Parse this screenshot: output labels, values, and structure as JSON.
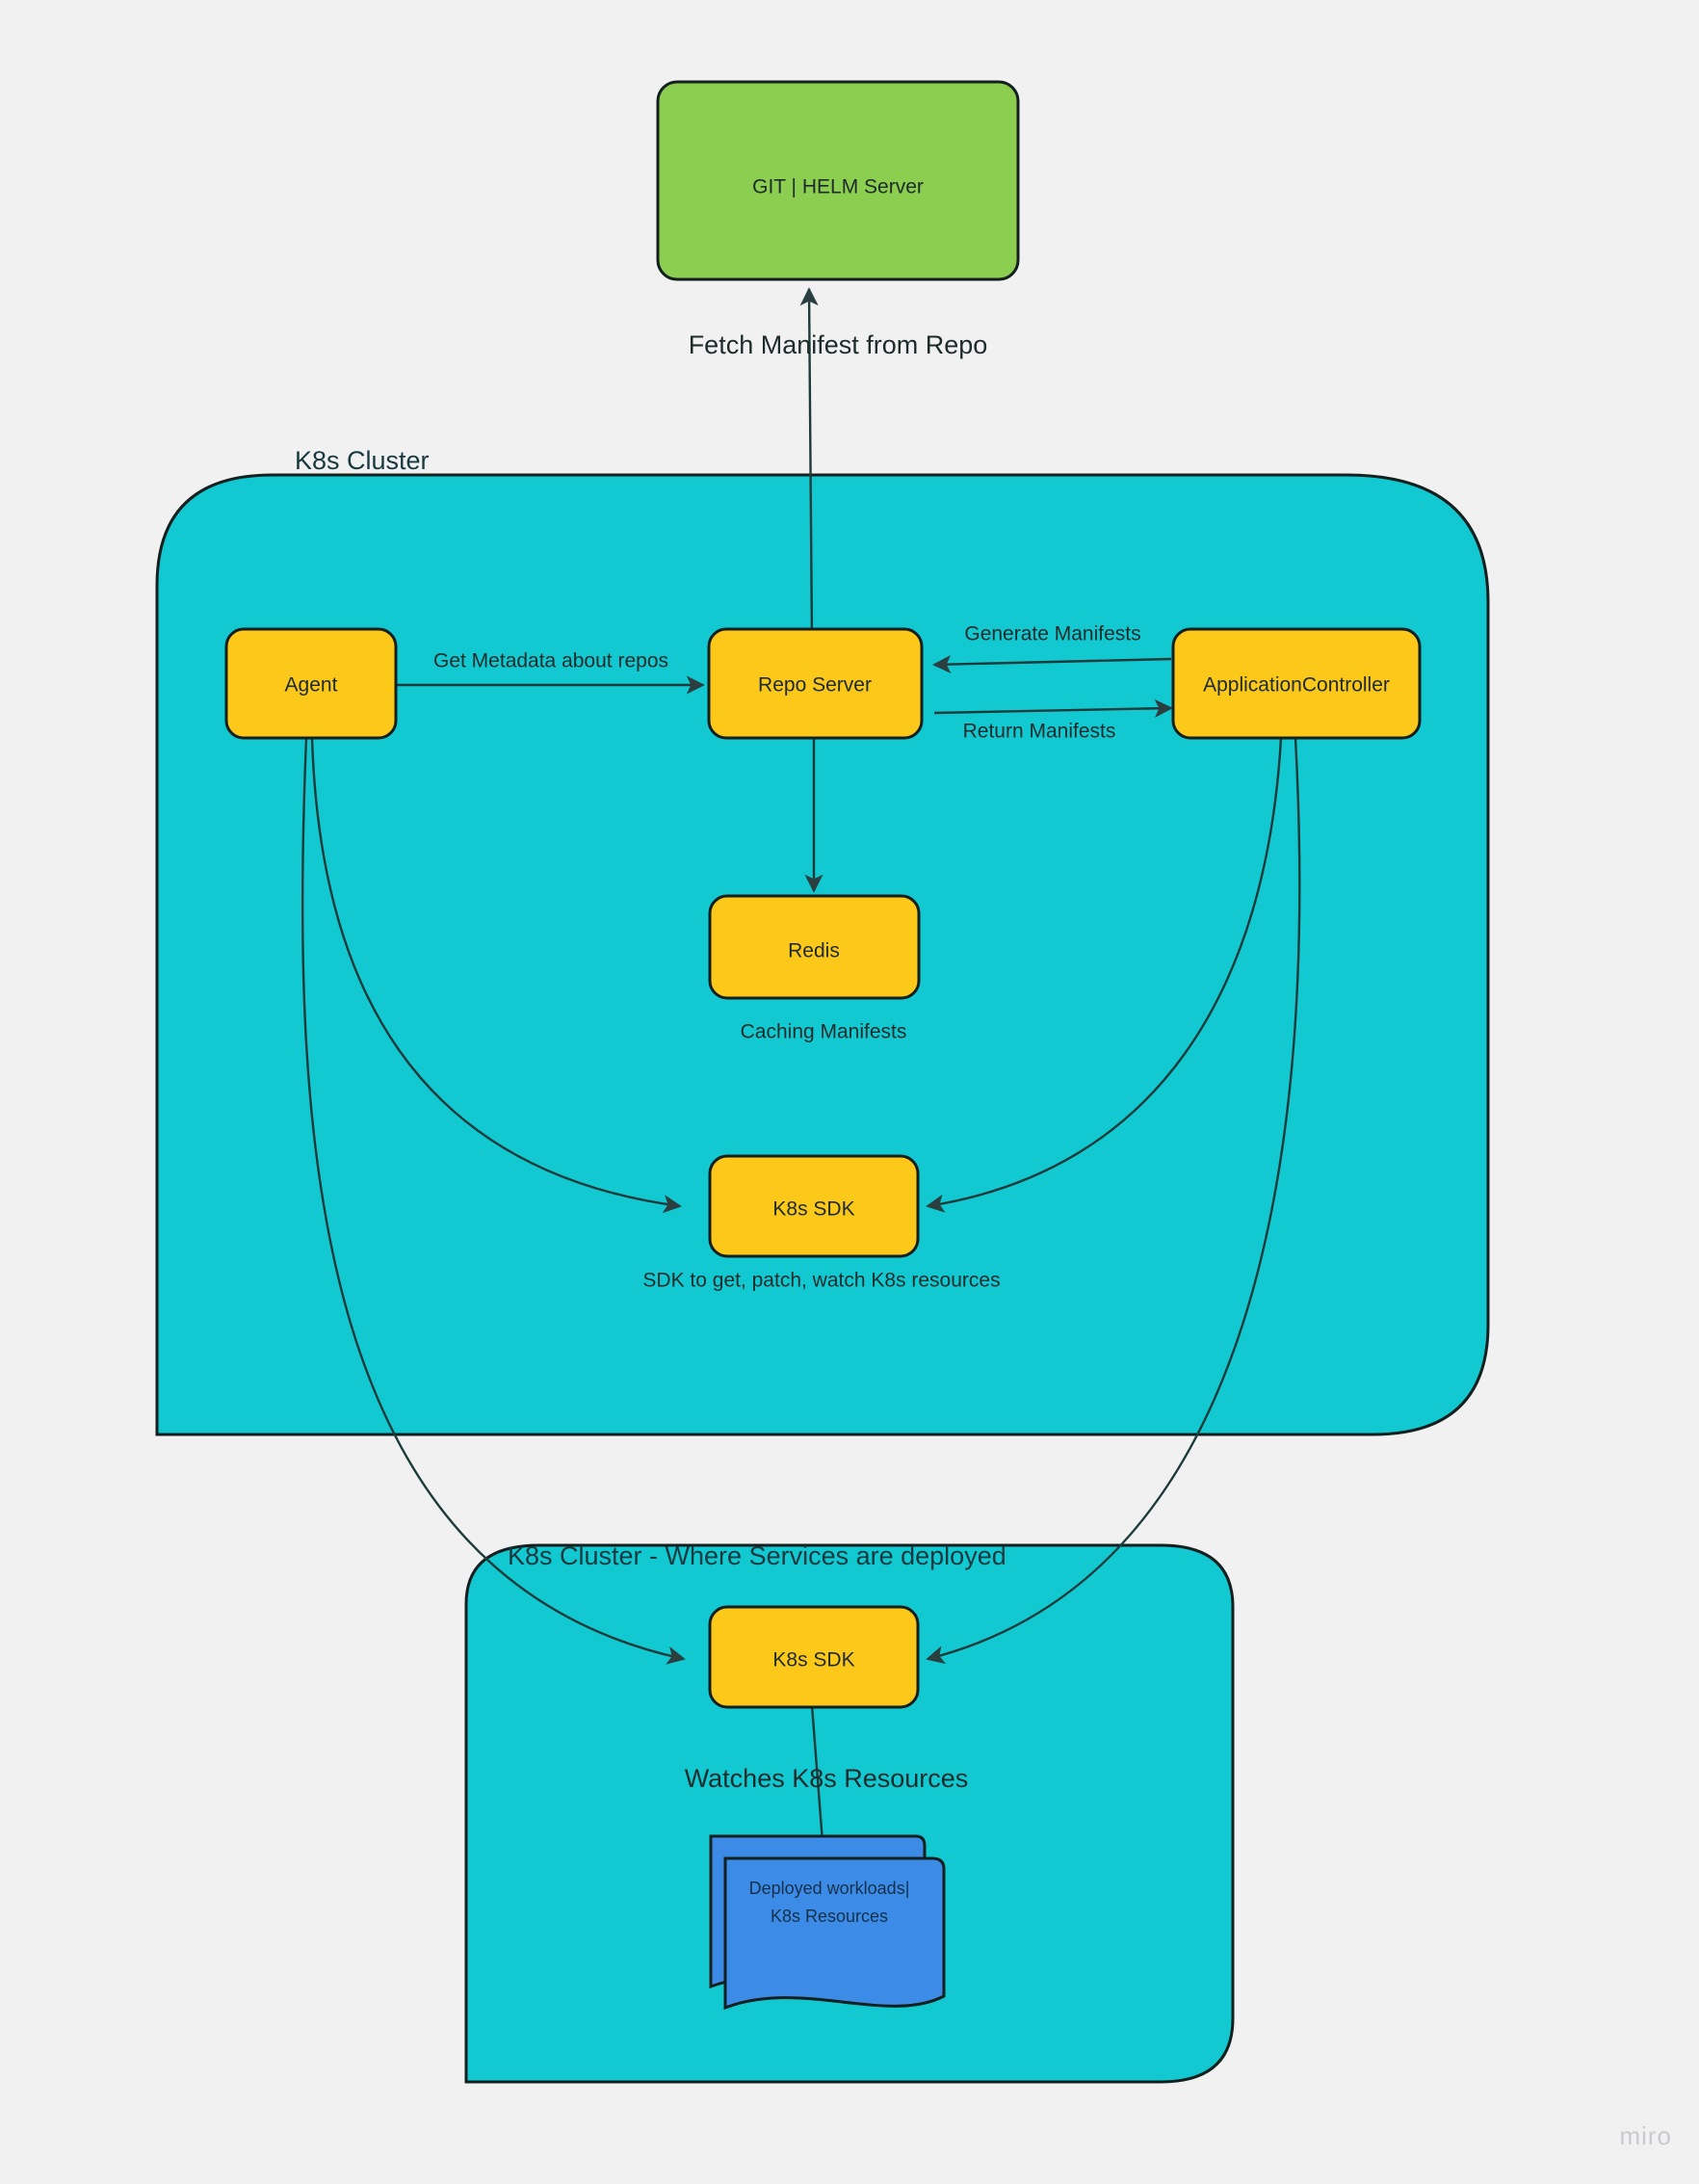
{
  "diagram": {
    "title": "ArgoCD Architecture",
    "watermark": "miro",
    "colors": {
      "background": "#f1f1f1",
      "cluster_fill": "#12c9d1",
      "service_fill": "#fcc81a",
      "repo_fill": "#8cce4f",
      "workload_fill": "#3c8ce7",
      "stroke": "#14201f",
      "edge": "#1d3b3b"
    }
  },
  "nodes": {
    "git_helm_server": {
      "label": "GIT | HELM Server"
    },
    "agent": {
      "label": "Agent"
    },
    "repo_server": {
      "label": "Repo Server"
    },
    "application_controller": {
      "label": "ApplicationController"
    },
    "redis": {
      "label": "Redis"
    },
    "k8s_sdk_upper": {
      "label": "K8s SDK"
    },
    "k8s_sdk_lower": {
      "label": "K8s SDK"
    },
    "deployed_workloads": {
      "line1": "Deployed workloads|",
      "line2": "K8s Resources"
    }
  },
  "groups": {
    "cluster_upper": {
      "title": "K8s Cluster"
    },
    "cluster_lower": {
      "title": "K8s Cluster - Where Services are deployed"
    }
  },
  "edge_labels": {
    "fetch_manifest": "Fetch Manifest from Repo",
    "get_metadata": "Get Metadata about repos",
    "generate_manifests": "Generate Manifests",
    "return_manifests": "Return Manifests",
    "watches_k8s_resources": "Watches K8s Resources"
  },
  "captions": {
    "redis_caption": "Caching Manifests",
    "k8s_sdk_caption": "SDK to get, patch, watch K8s resources"
  }
}
